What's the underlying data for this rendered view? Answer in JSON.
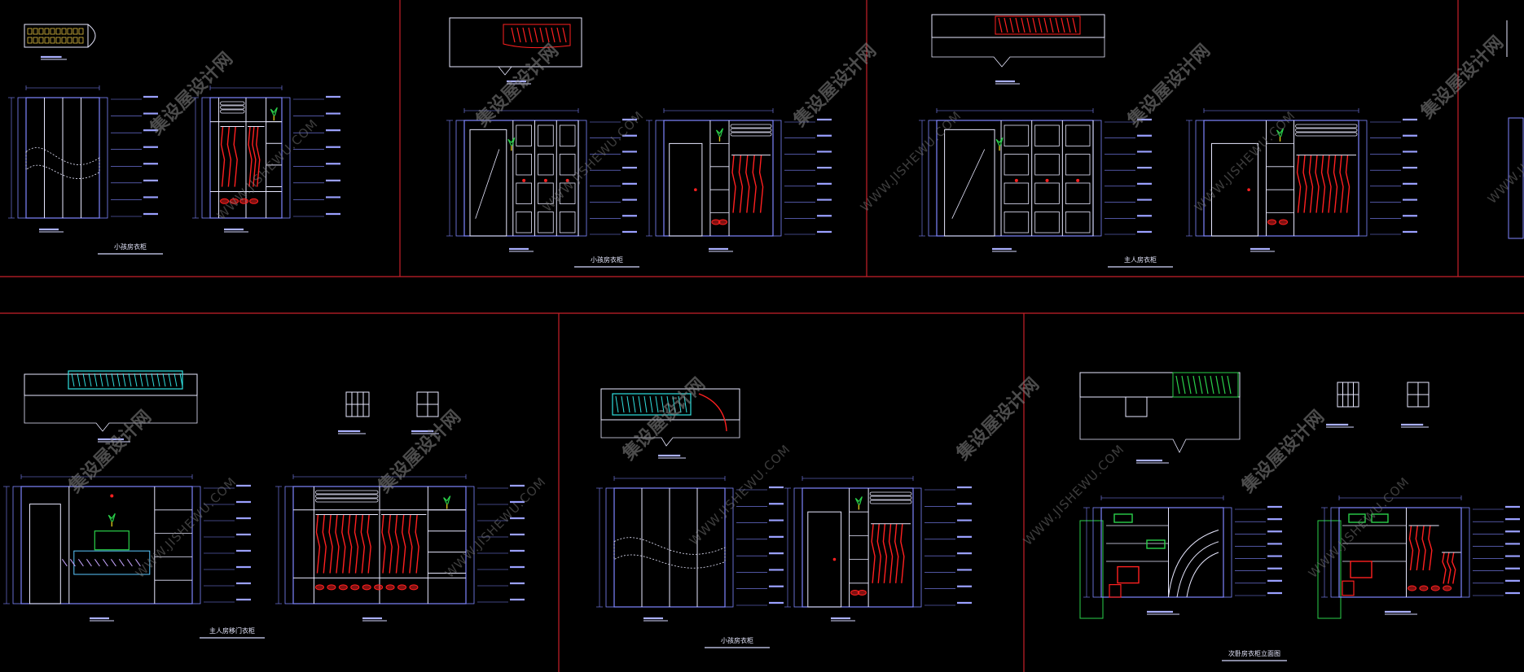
{
  "colors": {
    "background": "#000000",
    "frame": "#c8202a",
    "outline": "#7f86ff",
    "wardrobe_white": "#e8e8ff",
    "hanging_red": "#ff2020",
    "plant_green": "#2ad14a",
    "cyan": "#30e0e0",
    "watermark": "#8a8a8a"
  },
  "watermark": {
    "cn": "集设屋设计网",
    "en": "WWW.JISHEWU.COM"
  },
  "panels": [
    {
      "id": "p1",
      "caption": "小孩房衣柜"
    },
    {
      "id": "p2",
      "caption": "小孩房衣柜"
    },
    {
      "id": "p3",
      "caption": "主人房衣柜"
    },
    {
      "id": "p4",
      "caption": "主人房移门衣柜"
    },
    {
      "id": "p5",
      "caption": "小孩房衣柜"
    },
    {
      "id": "p6",
      "caption": "次卧房衣柜立面图"
    }
  ]
}
